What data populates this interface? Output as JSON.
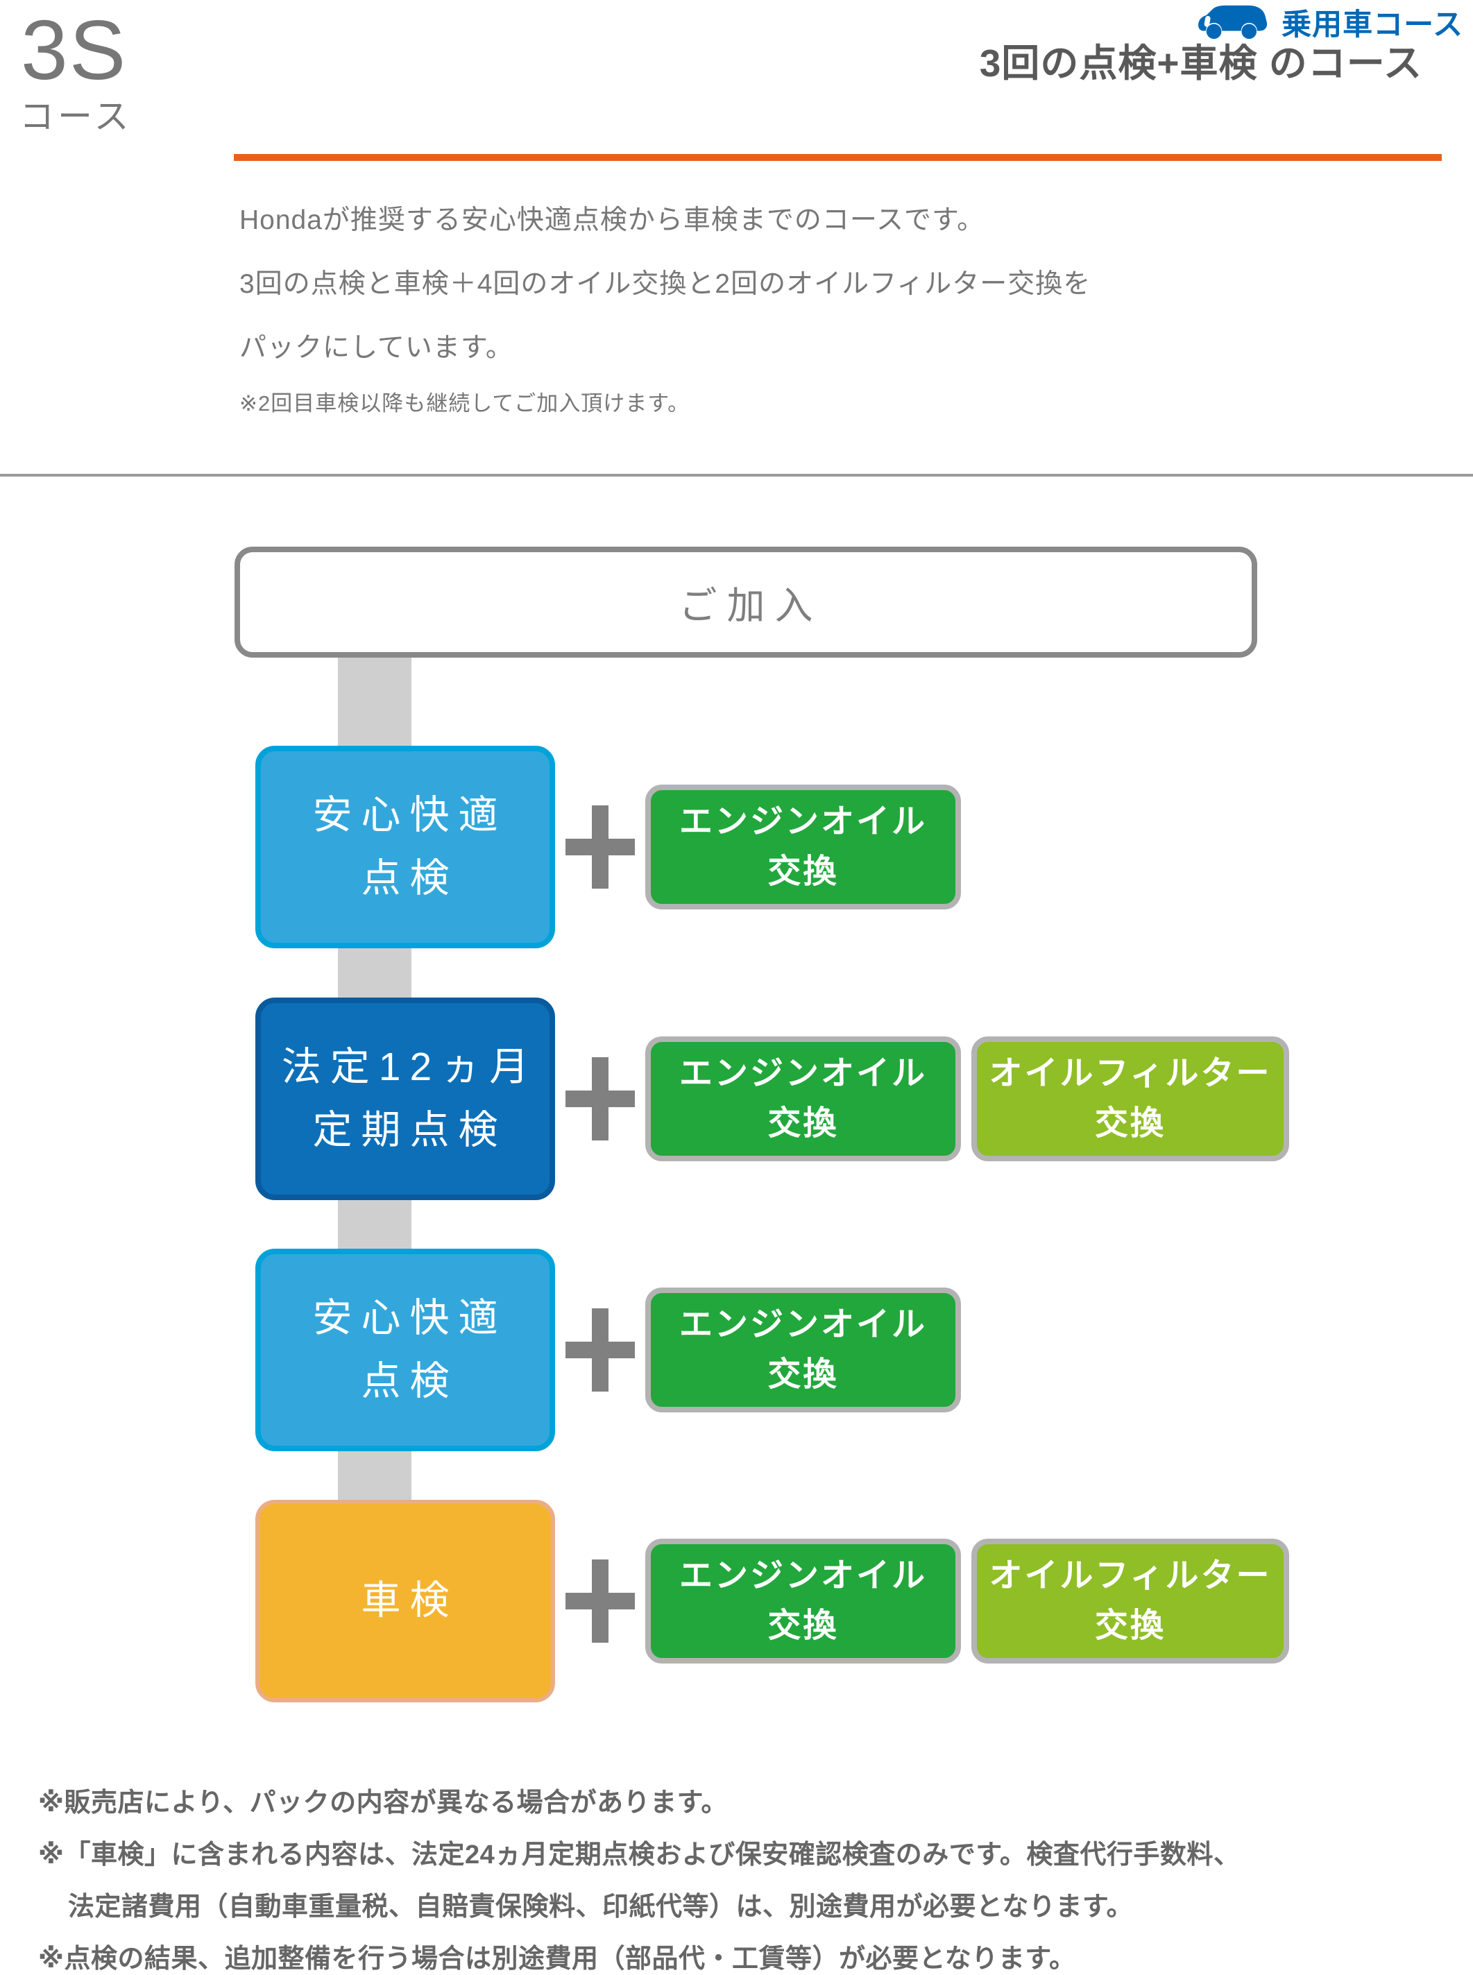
{
  "header": {
    "course_code": "3S",
    "course_code_suffix": "コース",
    "badge_label": "乗用車コース",
    "title": "3回の点検+車検 のコース",
    "description_lines": [
      "Hondaが推奨する安心快適点検から車検までのコースです。",
      "3回の点検と車検＋4回のオイル交換と2回のオイルフィルター交換を",
      "パックにしています。"
    ],
    "note": "※2回目車検以降も継続してご加入頂けます。"
  },
  "flow": {
    "start_label": "ご加入",
    "plus_symbol": "+",
    "rows": [
      {
        "main": {
          "lines": [
            "安心快適",
            "点検"
          ]
        },
        "extras": [
          {
            "lines": [
              "エンジンオイル",
              "交換"
            ]
          }
        ]
      },
      {
        "main": {
          "lines": [
            "法定12ヵ月",
            "定期点検"
          ]
        },
        "extras": [
          {
            "lines": [
              "エンジンオイル",
              "交換"
            ]
          },
          {
            "lines": [
              "オイルフィルター",
              "交換"
            ]
          }
        ]
      },
      {
        "main": {
          "lines": [
            "安心快適",
            "点検"
          ]
        },
        "extras": [
          {
            "lines": [
              "エンジンオイル",
              "交換"
            ]
          }
        ]
      },
      {
        "main": {
          "lines": [
            "車検"
          ]
        },
        "extras": [
          {
            "lines": [
              "エンジンオイル",
              "交換"
            ]
          },
          {
            "lines": [
              "オイルフィルター",
              "交換"
            ]
          }
        ]
      }
    ]
  },
  "footnotes": [
    "※販売店により、パックの内容が異なる場合があります。",
    "※「車検」に含まれる内容は、法定24ヵ月定期点検および保安確認検査のみです。検査代行手数料、",
    "法定諸費用（自動車重量税、自賠責保険料、印紙代等）は、別途費用が必要となります。",
    "※点検の結果、追加整備を行う場合は別途費用（部品代・工賃等）が必要となります。"
  ],
  "colors": {
    "accent_blue": "#0068B7",
    "title_gray": "#595959",
    "orange_rule": "#E8611C",
    "inspection_blue": "#33A7DC",
    "inspection_blue_border": "#00A3D9",
    "legal_inspection_blue": "#0D6FB8",
    "legal_inspection_blue_border": "#0A5A9E",
    "shaken_orange": "#F5B42F",
    "shaken_orange_border": "#EBAD85",
    "engine_oil_green": "#22A73C",
    "oil_filter_green": "#8FBE26",
    "extra_box_border_gray": "#B3B3B3",
    "connector_gray": "#CFCFCF"
  }
}
